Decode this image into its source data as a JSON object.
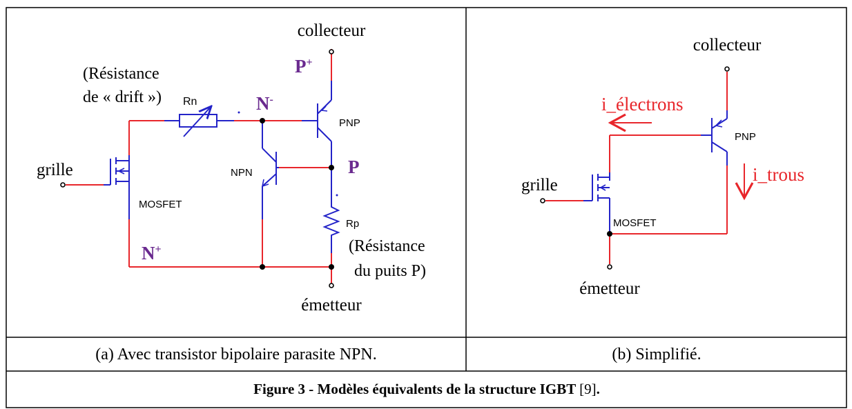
{
  "diagram_a": {
    "collecteur": "collecteur",
    "p_plus": "P",
    "p_plus_sup": "+",
    "resistance_drift_l1": "(Résistance",
    "resistance_drift_l2": "de « drift »)",
    "rn": "Rn",
    "n_minus": "N",
    "n_minus_sup": "-",
    "pnp": "PNP",
    "grille": "grille",
    "npn": "NPN",
    "p": "P",
    "mosfet": "MOSFET",
    "rp": "Rp",
    "n_plus": "N",
    "n_plus_sup": "+",
    "resistance_puits_l1": "(Résistance",
    "resistance_puits_l2": "du puits P)",
    "emetteur": "émetteur"
  },
  "diagram_b": {
    "collecteur": "collecteur",
    "i_electrons": "i_électrons",
    "pnp": "PNP",
    "grille": "grille",
    "i_trous": "i_trous",
    "mosfet": "MOSFET",
    "emetteur": "émetteur"
  },
  "captions": {
    "a": "(a) Avec transistor bipolaire parasite NPN.",
    "b": "(b) Simplifié.",
    "figure": "Figure 3 - Modèles équivalents de la structure IGBT ",
    "figure_ref": "[9]",
    "figure_end": "."
  },
  "colors": {
    "wire_red": "#e8262b",
    "wire_blue": "#2323c8",
    "label_purple": "#6a2a8f",
    "label_red": "#e8262b"
  }
}
